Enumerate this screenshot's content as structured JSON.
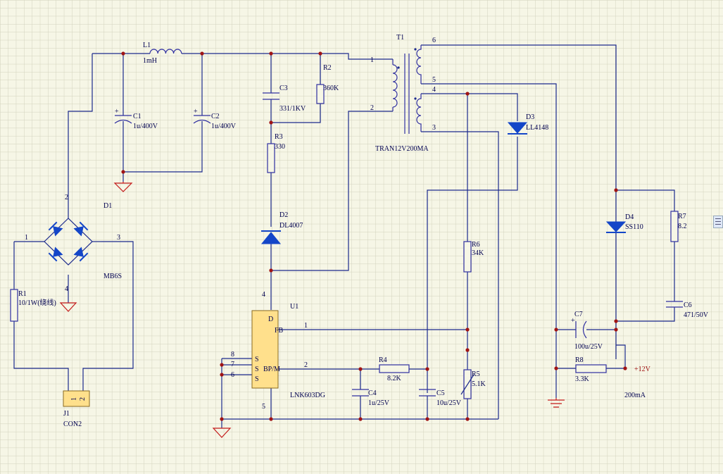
{
  "colors": {
    "background": "#f6f6e6",
    "grid": "#d2d2bc",
    "wire": "#1c2a8c",
    "ground": "#c41a1a",
    "junction": "#a01414",
    "diode": "#1446c8",
    "ic_fill": "#ffe08c"
  },
  "components": {
    "L1": {
      "ref": "L1",
      "value": "1mH"
    },
    "C1": {
      "ref": "C1",
      "value": "1u/400V"
    },
    "C2": {
      "ref": "C2",
      "value": "1u/400V"
    },
    "C3": {
      "ref": "C3",
      "value": "331/1KV"
    },
    "R2": {
      "ref": "R2",
      "value": "360K"
    },
    "R3": {
      "ref": "R3",
      "value": "330"
    },
    "D2": {
      "ref": "D2",
      "value": "DL4007"
    },
    "T1": {
      "ref": "T1",
      "value": "TRAN12V200MA",
      "pins": [
        "1",
        "2",
        "6",
        "5",
        "4",
        "3"
      ]
    },
    "D3": {
      "ref": "D3",
      "value": "LL4148"
    },
    "D1": {
      "ref": "D1",
      "value": "MB6S",
      "pins": [
        "1",
        "2",
        "3",
        "4"
      ]
    },
    "R1": {
      "ref": "R1",
      "value": "10/1W(绕线)"
    },
    "J1": {
      "ref": "J1",
      "value": "CON2",
      "pins": [
        "1",
        "2"
      ]
    },
    "U1": {
      "ref": "U1",
      "value": "LNK603DG",
      "pin_numbers": [
        "4",
        "8",
        "7",
        "6",
        "5",
        "1",
        "2"
      ],
      "pin_names": [
        "D",
        "FB",
        "S",
        "S",
        "BP/M",
        "S"
      ]
    },
    "R4": {
      "ref": "R4",
      "value": "8.2K"
    },
    "C4": {
      "ref": "C4",
      "value": "1u/25V"
    },
    "C5": {
      "ref": "C5",
      "value": "10u/25V"
    },
    "R5": {
      "ref": "R5",
      "value": "5.1K"
    },
    "R6": {
      "ref": "R6",
      "value": "34K"
    },
    "D4": {
      "ref": "D4",
      "value": "SS110"
    },
    "R7": {
      "ref": "R7",
      "value": "8.2"
    },
    "C6": {
      "ref": "C6",
      "value": "471/50V"
    },
    "C7": {
      "ref": "C7",
      "value": "100u/25V"
    },
    "R8": {
      "ref": "R8",
      "value": "3.3K"
    }
  },
  "output": {
    "net_label": "+12V",
    "current": "200mA"
  }
}
